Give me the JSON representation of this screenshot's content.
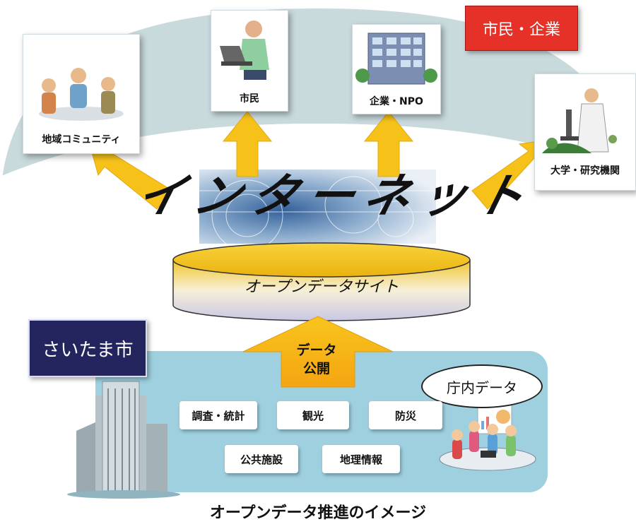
{
  "top_badge": "市民・企業",
  "city_badge": "さいたま市",
  "cards": {
    "community": "地域コミュニティ",
    "citizen": "市民",
    "company": "企業・NPO",
    "university": "大学・研究機関"
  },
  "internet_label": "インターネット",
  "site_label": "オープンデータサイト",
  "arrow_label_1": "データ",
  "arrow_label_2": "公開",
  "bubble_label": "庁内データ",
  "data_boxes": {
    "survey": "調査・統計",
    "tourism": "観光",
    "disaster": "防災",
    "facilities": "公共施設",
    "geo": "地理情報"
  },
  "caption": "オープンデータ推進のイメージ",
  "colors": {
    "arc": "#c9dadd",
    "arrow": "#f6c21a",
    "red": "#e53127",
    "navy": "#24245f",
    "panel": "#9fd0e0"
  }
}
